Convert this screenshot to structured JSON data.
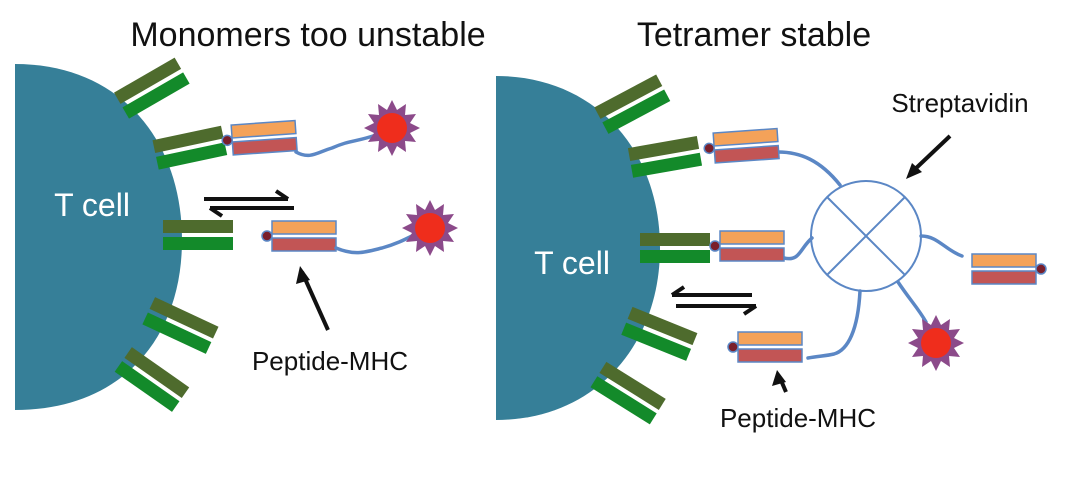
{
  "left_panel": {
    "title": "Monomers too unstable",
    "cell_label": "T cell",
    "pmhc_label": "Peptide-MHC"
  },
  "right_panel": {
    "title": "Tetramer stable",
    "cell_label": "T cell",
    "pmhc_label": "Peptide-MHC",
    "streptavidin_label": "Streptavidin"
  },
  "colors": {
    "cell": "#367f98",
    "tcr_dark": "#4e6b2d",
    "tcr_light": "#138a2a",
    "mhc_orange": "#f4a259",
    "mhc_red": "#c25555",
    "mhc_outline": "#5b87c5",
    "tether": "#5b87c5",
    "biotin": "#7a1f2b",
    "fluorophore_core": "#ef2d1c",
    "fluorophore_spikes": "#8c4a8a"
  }
}
